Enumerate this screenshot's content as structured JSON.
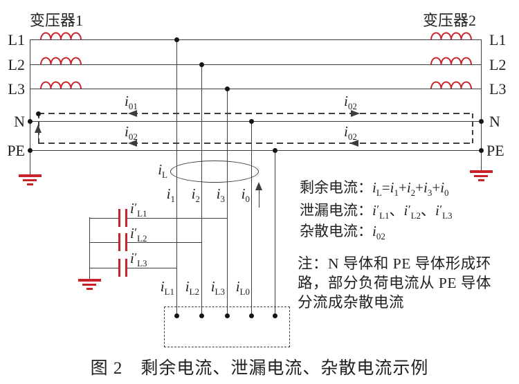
{
  "figure_caption": "图 2　剩余电流、泄漏电流、杂散电流示例",
  "transformers": {
    "t1": "变压器1",
    "t2": "变压器2"
  },
  "bus": {
    "left": [
      "L1",
      "L2",
      "L3",
      "N",
      "PE"
    ],
    "right": [
      "L1",
      "L2",
      "L3",
      "N",
      "PE"
    ]
  },
  "currents": {
    "i01": {
      "base": "i",
      "sub": "01"
    },
    "i02": {
      "base": "i",
      "sub": "02"
    },
    "iL": {
      "base": "i",
      "sub": "L"
    },
    "i1": {
      "base": "i",
      "sub": "1"
    },
    "i2": {
      "base": "i",
      "sub": "2"
    },
    "i3": {
      "base": "i",
      "sub": "3"
    },
    "i0": {
      "base": "i",
      "sub": "0"
    },
    "iL1p": {
      "base": "i",
      "prime": "′",
      "sub": "L1"
    },
    "iL2p": {
      "base": "i",
      "prime": "′",
      "sub": "L2"
    },
    "iL3p": {
      "base": "i",
      "prime": "′",
      "sub": "L3"
    },
    "iL1": {
      "base": "i",
      "sub": "L1"
    },
    "iL2": {
      "base": "i",
      "sub": "L2"
    },
    "iL3": {
      "base": "i",
      "sub": "L3"
    },
    "iL0": {
      "base": "i",
      "sub": "L0"
    }
  },
  "legend": {
    "residual_label": "剩余电流：",
    "eq": "=",
    "plus": "+",
    "leakage_label": "泄漏电流：",
    "sep": "、",
    "stray_label": "杂散电流：",
    "note_line1": "注：N 导体和 PE 导体形成环",
    "note_line2": "路，部分负荷电流从 PE 导体",
    "note_line3": "分流成杂散电流"
  },
  "colors": {
    "wire": "#3d3d3d",
    "red": "#c8232a",
    "text": "#1f1f1f",
    "background": "#ffffff"
  }
}
